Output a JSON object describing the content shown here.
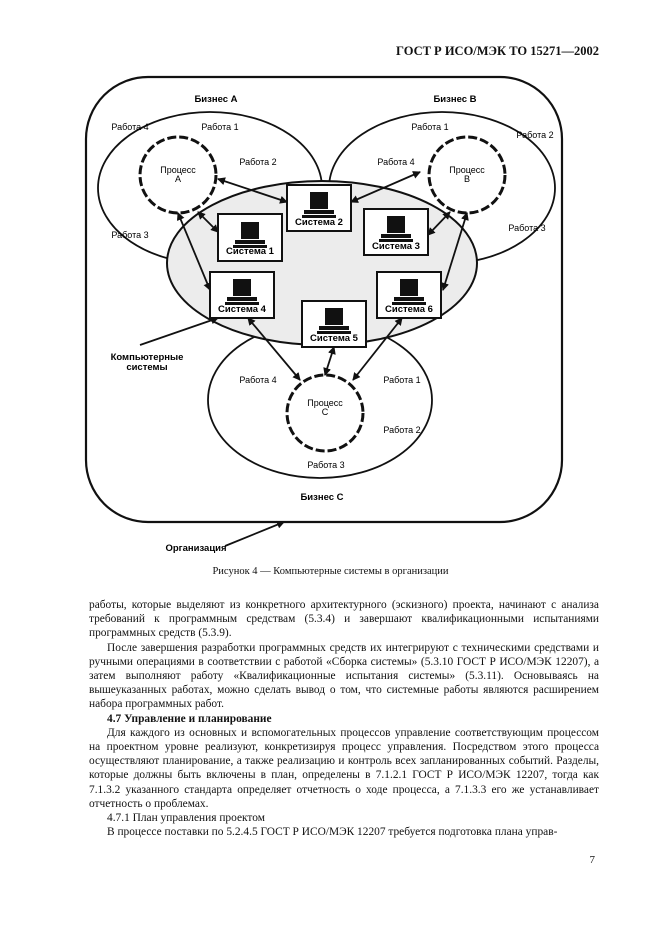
{
  "header": "ГОСТ Р ИСО/МЭК ТО 15271—2002",
  "diagram": {
    "business_a": "Бизнес А",
    "business_b": "Бизнес В",
    "business_c": "Бизнес С",
    "process_a": [
      "Процесс",
      "А"
    ],
    "process_b": [
      "Процесс",
      "В"
    ],
    "process_c": [
      "Процесс",
      "С"
    ],
    "a_works": [
      "Работа 1",
      "Работа 2",
      "Работа 3",
      "Работа 4"
    ],
    "b_works": [
      "Работа 1",
      "Работа 2",
      "Работа 3",
      "Работа 4"
    ],
    "c_works": [
      "Работа 1",
      "Работа 2",
      "Работа 3",
      "Работа 4"
    ],
    "systems": [
      "Система 1",
      "Система 2",
      "Система 3",
      "Система 4",
      "Система 5",
      "Система 6"
    ],
    "computer_systems": [
      "Компьютерные",
      "системы"
    ],
    "organization": "Организация"
  },
  "caption": "Рисунок 4 — Компьютерные системы в организации",
  "body": {
    "p1": "работы, которые выделяют из конкретного архитектурного (эскизного) проекта, начинают с анализа требований к программным средствам (5.3.4) и завершают квалификационными испытаниями программных средств (5.3.9).",
    "p2": "После завершения разработки программных средств их интегрируют с техническими средствами и ручными операциями в соответствии с работой «Сборка системы» (5.3.10 ГОСТ Р ИСО/МЭК 12207), а затем выполняют работу «Квалификационные испытания системы» (5.3.11). Основываясь на вышеуказанных работах, можно сделать вывод о том, что системные работы являются расширением набора программных работ.",
    "h47": "4.7 Управление и планирование",
    "p3": "Для каждого из основных и вспомогательных процессов управление соответствующим процессом на проектном уровне реализуют, конкретизируя процесс управления. Посредством этого процесса осуществляют планирование, а также реализацию и контроль всех запланированных событий. Разделы, которые должны быть включены в план, определены в 7.1.2.1 ГОСТ Р ИСО/МЭК 12207, тогда как 7.1.3.2 указанного стандарта определяет отчетность о ходе процесса, а 7.1.3.3 его же устанавливает отчетность о проблемах.",
    "h471": "4.7.1 План управления проектом",
    "p4": "В процессе поставки по 5.2.4.5 ГОСТ Р ИСО/МЭК 12207 требуется подготовка плана управ-"
  },
  "page_number": "7"
}
